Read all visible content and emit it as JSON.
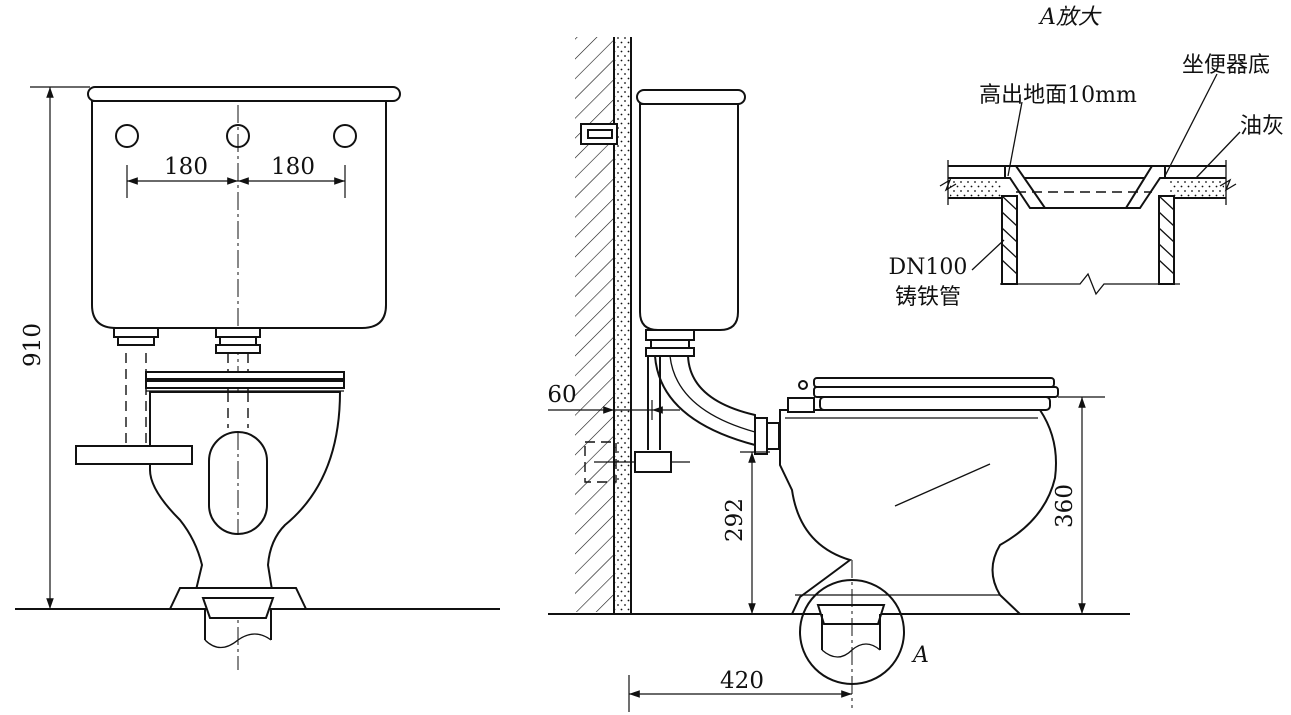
{
  "labels": {
    "detail_title": "A放大",
    "raised_note": "高出地面10mm",
    "toilet_base": "坐便器底",
    "putty": "油灰",
    "pipe_size": "DN100",
    "pipe_material": "铸铁管",
    "detail_marker": "A"
  },
  "dimensions": {
    "hole_spacing_left": "180",
    "hole_spacing_right": "180",
    "total_height": "910",
    "wall_gap": "60",
    "outlet_height": "292",
    "seat_height": "360",
    "outlet_to_wall": "420"
  }
}
